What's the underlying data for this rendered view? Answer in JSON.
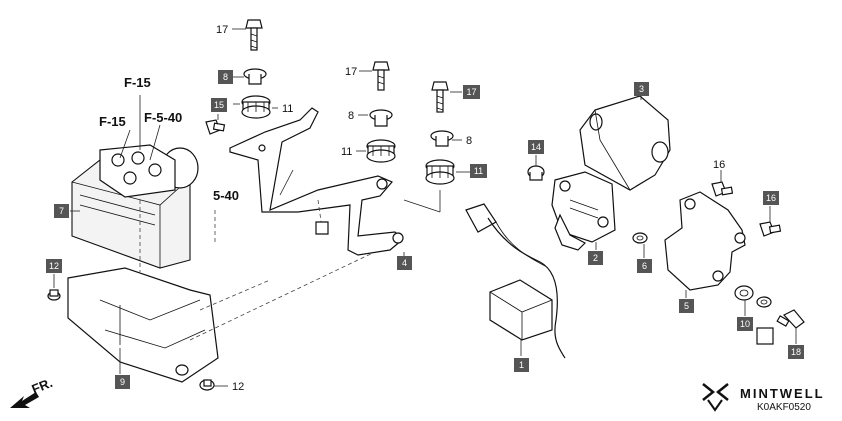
{
  "callouts": {
    "c1": "1",
    "c2": "2",
    "c3": "3",
    "c4": "4",
    "c5": "5",
    "c6": "6",
    "c7": "7",
    "c8": "8",
    "c9": "9",
    "c10": "10",
    "c12": "12",
    "c14": "14",
    "c15": "15",
    "c16": "16",
    "c17": "17",
    "c18": "18"
  },
  "plain_numbers": {
    "n17a": "17",
    "n17b": "17",
    "n11a": "11",
    "n8a": "8",
    "n11b": "11",
    "n8b": "8",
    "n16": "16",
    "n12": "12"
  },
  "references": {
    "f15_top": "F-15",
    "f15_left": "F-15",
    "f540": "F-5-40",
    "s540": "5-40"
  },
  "front_label": "FR.",
  "brand": "MINTWELL",
  "diagram_code": "K0AKF0520"
}
